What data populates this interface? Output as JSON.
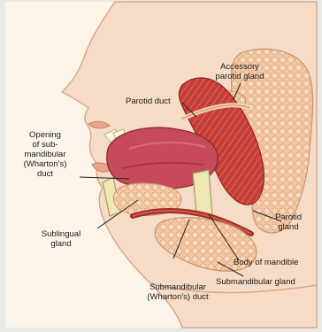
{
  "labels": {
    "accessory_parotid": "Accessory\nparotid gland",
    "parotid_duct": "Parotid duct",
    "opening_wharton": "Opening\nof sub-\nmandibular\n(Wharton's)\nduct",
    "parotid_gland": "Parotid\ngland",
    "sublingual_gland": "Sublingual\ngland",
    "body_of_mandible": "Body of mandible",
    "submandibular_gland": "Submandibular gland",
    "submandibular_duct": "Submandibular\n(Wharton's) duct"
  },
  "colors": {
    "skin": "#f6dcc6",
    "skin_edge": "#d8a88a",
    "gland": "#f3c7a1",
    "gland_edge": "#c9936e",
    "muscle": "#c9413a",
    "tongue": "#c64a5a",
    "bone": "#efe7b4",
    "leader": "#222222"
  }
}
